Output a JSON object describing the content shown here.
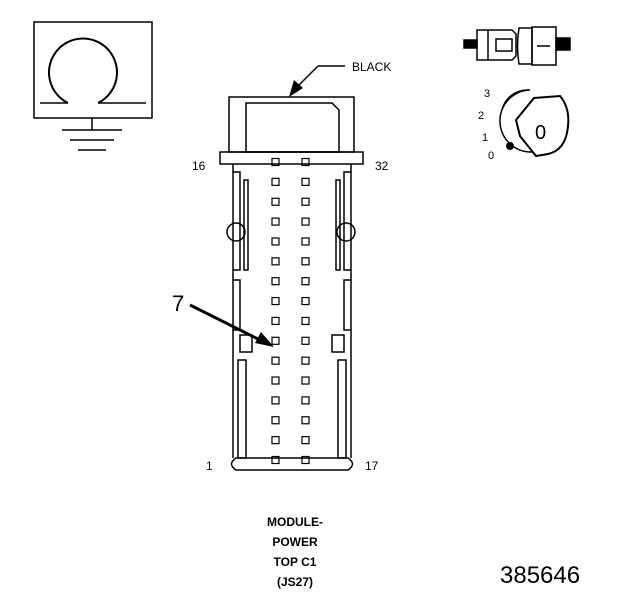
{
  "connector": {
    "color_label": "BLACK",
    "pin_label_top_left": "16",
    "pin_label_top_right": "32",
    "pin_label_bottom_left": "1",
    "pin_label_bottom_right": "17",
    "callout_pin": "7",
    "rows": 16,
    "columns": 2
  },
  "key_orientation": {
    "positions": [
      "3",
      "2",
      "1",
      "0"
    ],
    "key_symbol": "0"
  },
  "caption": {
    "line1": "MODULE-",
    "line2": "POWER",
    "line3": "TOP C1",
    "line4": "(JS27)"
  },
  "figure_number": "385646",
  "icons": [
    "ground-symbol-icon",
    "connector-side-view-icon",
    "key-indicator-icon"
  ]
}
